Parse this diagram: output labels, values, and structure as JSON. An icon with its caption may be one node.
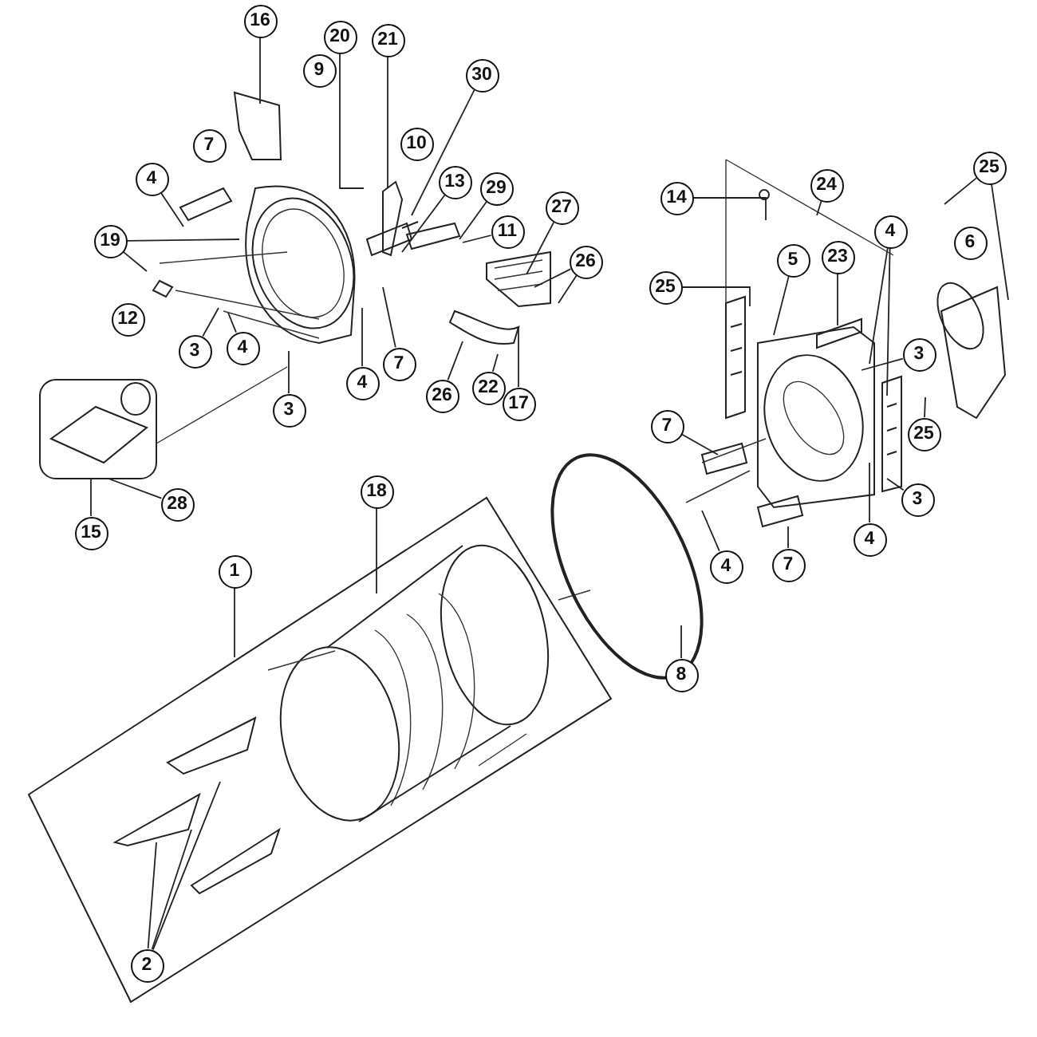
{
  "diagram": {
    "nodes": [
      {
        "text": [
          "16"
        ]
      },
      {
        "text": [
          "20"
        ]
      },
      {
        "text": [
          "9"
        ]
      },
      {
        "text": [
          "21"
        ]
      },
      {
        "text": [
          "30"
        ]
      },
      {
        "text": [
          "10"
        ]
      },
      {
        "text": [
          "7"
        ]
      },
      {
        "text": [
          "13"
        ]
      },
      {
        "text": [
          "29"
        ]
      },
      {
        "text": [
          "11"
        ]
      },
      {
        "text": [
          "27"
        ]
      },
      {
        "text": [
          "4"
        ]
      },
      {
        "text": [
          "19"
        ]
      },
      {
        "text": [
          "26"
        ]
      },
      {
        "text": [
          "12"
        ]
      },
      {
        "text": [
          "3"
        ]
      },
      {
        "text": [
          "4"
        ]
      },
      {
        "text": [
          "7"
        ]
      },
      {
        "text": [
          "4"
        ]
      },
      {
        "text": [
          "26"
        ]
      },
      {
        "text": [
          "22"
        ]
      },
      {
        "text": [
          "17"
        ]
      },
      {
        "text": [
          "3"
        ]
      },
      {
        "text": [
          "15"
        ]
      },
      {
        "text": [
          "28"
        ]
      },
      {
        "text": [
          "18"
        ]
      },
      {
        "text": [
          "1"
        ]
      },
      {
        "text": [
          "8"
        ]
      },
      {
        "text": [
          "2"
        ]
      },
      {
        "text": [
          "14"
        ]
      },
      {
        "text": [
          "24"
        ]
      },
      {
        "text": [
          "25"
        ]
      },
      {
        "text": [
          "5"
        ]
      },
      {
        "text": [
          "23"
        ]
      },
      {
        "text": [
          "4"
        ]
      },
      {
        "text": [
          "6"
        ]
      },
      {
        "text": [
          "25"
        ]
      },
      {
        "text": [
          "3"
        ]
      },
      {
        "text": [
          "25"
        ]
      },
      {
        "text": [
          "7"
        ]
      },
      {
        "text": [
          "3"
        ]
      },
      {
        "text": [
          "4"
        ]
      },
      {
        "text": [
          "4"
        ]
      },
      {
        "text": [
          "7"
        ]
      }
    ],
    "edges": [
      {
        "from": 0,
        "to": null,
        "arrow": "none"
      },
      {
        "from": 1,
        "to": null,
        "arrow": "none"
      },
      {
        "from": 3,
        "to": null,
        "arrow": "none"
      },
      {
        "from": 4,
        "to": null,
        "arrow": "none"
      },
      {
        "from": 7,
        "to": null,
        "arrow": "none"
      },
      {
        "from": 8,
        "to": null,
        "arrow": "none"
      },
      {
        "from": 9,
        "to": null,
        "arrow": "none"
      },
      {
        "from": 10,
        "to": null,
        "arrow": "none"
      },
      {
        "from": 11,
        "to": null,
        "arrow": "none"
      },
      {
        "from": 12,
        "to": null,
        "arrow": "none"
      },
      {
        "from": 12,
        "to": null,
        "arrow": "none"
      },
      {
        "from": 13,
        "to": null,
        "arrow": "none"
      },
      {
        "from": 13,
        "to": null,
        "arrow": "none"
      },
      {
        "from": 15,
        "to": null,
        "arrow": "none"
      },
      {
        "from": 16,
        "to": null,
        "arrow": "none"
      },
      {
        "from": 17,
        "to": null,
        "arrow": "none"
      },
      {
        "from": 18,
        "to": null,
        "arrow": "none"
      },
      {
        "from": 19,
        "to": null,
        "arrow": "none"
      },
      {
        "from": 20,
        "to": null,
        "arrow": "none"
      },
      {
        "from": 21,
        "to": null,
        "arrow": "none"
      },
      {
        "from": 22,
        "to": null,
        "arrow": "none"
      },
      {
        "from": 23,
        "to": null,
        "arrow": "none"
      },
      {
        "from": 24,
        "to": null,
        "arrow": "none"
      },
      {
        "from": 25,
        "to": null,
        "arrow": "none"
      },
      {
        "from": 26,
        "to": null,
        "arrow": "none"
      },
      {
        "from": 27,
        "to": null,
        "arrow": "none"
      },
      {
        "from": 28,
        "to": null,
        "arrow": "none"
      },
      {
        "from": 28,
        "to": null,
        "arrow": "none"
      },
      {
        "from": 28,
        "to": null,
        "arrow": "none"
      },
      {
        "from": 29,
        "to": null,
        "arrow": "none"
      },
      {
        "from": 30,
        "to": null,
        "arrow": "none"
      },
      {
        "from": 31,
        "to": null,
        "arrow": "none"
      },
      {
        "from": 32,
        "to": null,
        "arrow": "none"
      },
      {
        "from": 33,
        "to": null,
        "arrow": "none"
      },
      {
        "from": 34,
        "to": null,
        "arrow": "none"
      },
      {
        "from": 34,
        "to": null,
        "arrow": "none"
      },
      {
        "from": 36,
        "to": null,
        "arrow": "none"
      },
      {
        "from": 36,
        "to": null,
        "arrow": "none"
      },
      {
        "from": 37,
        "to": null,
        "arrow": "none"
      },
      {
        "from": 38,
        "to": null,
        "arrow": "none"
      },
      {
        "from": 39,
        "to": null,
        "arrow": "none"
      },
      {
        "from": 40,
        "to": null,
        "arrow": "none"
      },
      {
        "from": 41,
        "to": null,
        "arrow": "none"
      },
      {
        "from": 42,
        "to": null,
        "arrow": "none"
      },
      {
        "from": 43,
        "to": null,
        "arrow": "none"
      }
    ]
  }
}
